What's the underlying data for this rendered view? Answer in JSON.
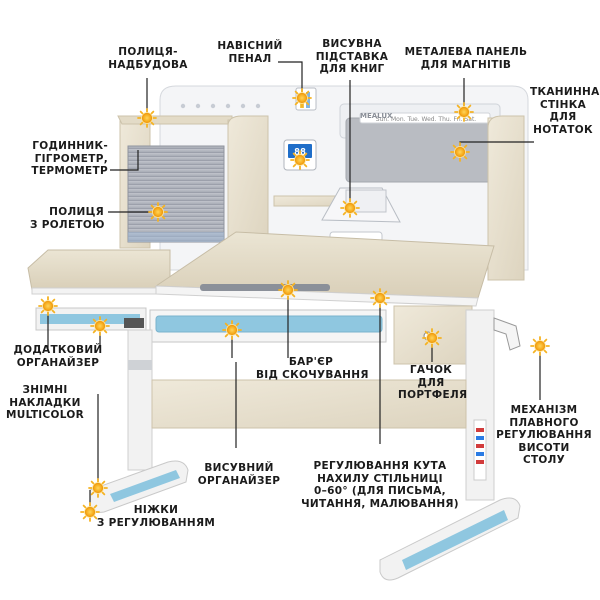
{
  "labels": {
    "shelf_top": [
      "ПОЛИЦЯ-",
      "НАДБУДОВА"
    ],
    "pencil_case": [
      "НАВІСНИЙ",
      "ПЕНАЛ"
    ],
    "book_stand": [
      "ВИСУВНА",
      "ПІДСТАВКА",
      "ДЛЯ КНИГ"
    ],
    "metal_panel": [
      "МЕТАЛЕВА ПАНЕЛЬ",
      "ДЛЯ МАГНІТІВ"
    ],
    "fabric_wall": [
      "ТКАНИННА",
      "СТІНКА",
      "ДЛЯ",
      "НОТАТОК"
    ],
    "clock": [
      "ГОДИННИК-",
      "ГІГРОМЕТР,",
      "ТЕРМОМЕТР"
    ],
    "shelf_roller": [
      "ПОЛИЦЯ",
      "З РОЛЕТОЮ"
    ],
    "organizer_add": [
      "ДОДАТКОВИЙ",
      "ОРГАНАЙЗЕР"
    ],
    "barrier": [
      "БАР'ЄР",
      "ВІД СКОЧУВАННЯ"
    ],
    "hook": [
      "ГАЧОК",
      "ДЛЯ",
      "ПОРТФЕЛЯ"
    ],
    "overlays": [
      "ЗНІМНІ",
      "НАКЛАДКИ",
      "MULTICOLOR"
    ],
    "mechanism": [
      "МЕХАНІЗМ",
      "ПЛАВНОГО",
      "РЕГУЛЮВАННЯ",
      "ВИСОТИ",
      "СТОЛУ"
    ],
    "drawer": [
      "ВИСУВНИЙ",
      "ОРГАНАЙЗЕР"
    ],
    "tilt": [
      "РЕГУЛЮВАННЯ КУТА",
      "НАХИЛУ СТІЛЬНИЦІ",
      "0–60° (ДЛЯ ПИСЬМА,",
      "ЧИТАННЯ, МАЛЮВАННЯ)"
    ],
    "legs": [
      "НІЖКИ",
      "З РЕГУЛЮВАННЯМ"
    ]
  },
  "device": {
    "brand": "MEALUX",
    "clock_digits": "88",
    "calendar_days": [
      "Sun.",
      "Mon.",
      "Tue.",
      "Wed.",
      "Thu.",
      "Fri.",
      "Sat."
    ]
  },
  "colors": {
    "marker": "#f5b324",
    "marker_ring": "#ffe9a0",
    "line": "#222222",
    "wood": "#e7e0cf",
    "panel": "#e9edf2",
    "felt": "#b9bcc2",
    "blue": "#8fc7e0",
    "frame": "#f2f2f2"
  },
  "icons": {
    "marker": "sun-marker-icon"
  }
}
